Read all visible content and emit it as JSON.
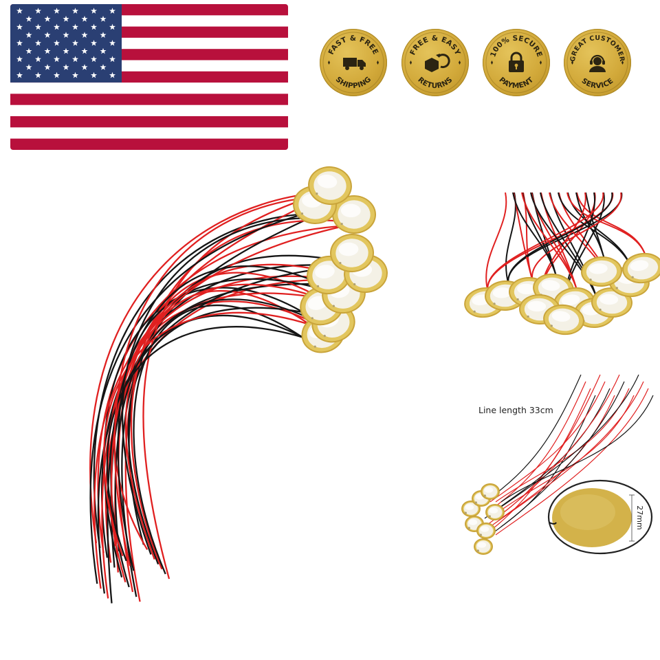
{
  "badges": [
    {
      "top": "FAST & FREE",
      "bottom": "SHIPPING",
      "icon": "truck-icon"
    },
    {
      "top": "FREE & EASY",
      "bottom": "RETURNS",
      "icon": "return-box-icon"
    },
    {
      "top": "100% SECURE",
      "bottom": "PAYMENT",
      "icon": "padlock-icon"
    },
    {
      "top": "GREAT CUSTOMER",
      "bottom": "SERVICE",
      "icon": "headset-agent-icon"
    }
  ],
  "detail": {
    "line_length": "Line length 33cm",
    "diameter": "27mm"
  },
  "colors": {
    "flag_red": "#b8103c",
    "flag_blue": "#2a3f73",
    "badge_gold": "#d2a93a",
    "wire_red": "#e02020",
    "wire_black": "#151515",
    "disc_brass": "#d8b640"
  }
}
